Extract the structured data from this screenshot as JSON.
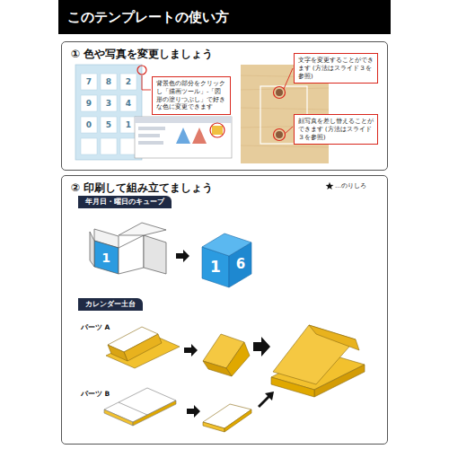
{
  "diagram": {
    "title": "このテンプレートの使い方",
    "nodes": [
      {
        "text": [
          "① 色や写真を変更しましょう"
        ]
      },
      {
        "text": [
          "背景色の部分をクリックし「描画ツール」-「図形の塗りつぶし」で好きな色に変更できます"
        ],
        "in": 0
      },
      {
        "text": [
          "文字を変更することができます (方法はスライド３を参照)"
        ],
        "in": 0
      },
      {
        "text": [
          "顔写真を差し替えることができます (方法はスライド３を参照)"
        ],
        "in": 0
      },
      {
        "text": [
          "② 印刷して組み立てましょう"
        ]
      },
      {
        "text": [
          "年月日・曜日のキューブ"
        ],
        "in": 4
      },
      {
        "text": [
          "カレンダー土台"
        ],
        "in": 4
      }
    ],
    "labels": [
      "パーツ A",
      "パーツ B",
      "1",
      "1",
      "6",
      "7",
      "8",
      "2",
      "9",
      "3",
      "4",
      "0",
      "5",
      "1"
    ],
    "legend": [
      {
        "text": "…のりしろ"
      }
    ]
  }
}
